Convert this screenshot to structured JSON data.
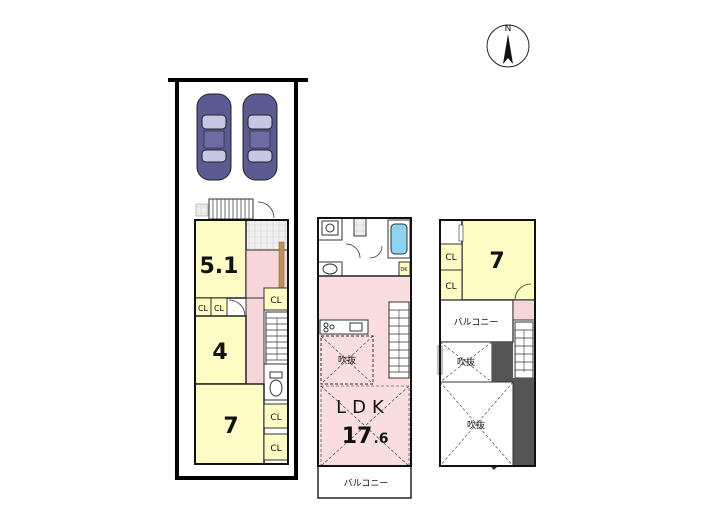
{
  "compass": {
    "label": "N"
  },
  "floor1": {
    "room_5": "5.1",
    "room_4": "4",
    "room_7": "7",
    "closets": [
      "CL",
      "CL",
      "CL",
      "CL",
      "CL"
    ]
  },
  "floor2": {
    "ldk_label": "LDK",
    "ldk_size_main": "17",
    "ldk_size_decimal": ".6",
    "void": "吹抜",
    "balcony": "バルコニー",
    "small_label": "DK"
  },
  "floor3": {
    "room_7": "7",
    "closets": [
      "CL",
      "CL"
    ],
    "balcony": "バルコニー",
    "void_small": "吹抜",
    "void_large": "吹抜"
  },
  "colors": {
    "room": "#fffbc4",
    "closet": "#fffbc4",
    "ldk": "#f8dede",
    "hall": "#f6d6d6",
    "car": "#5b5b93",
    "dark": "#555555"
  }
}
